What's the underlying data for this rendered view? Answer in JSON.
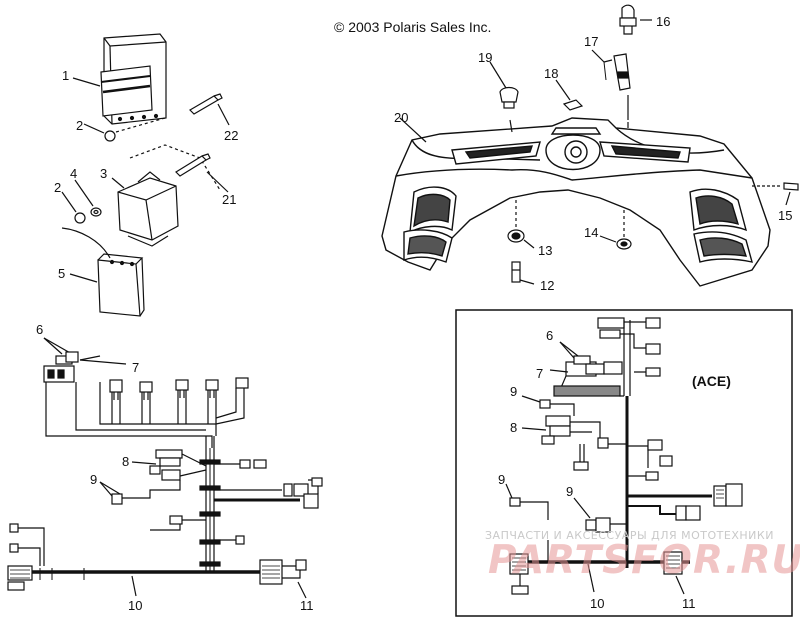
{
  "copyright": "© 2003 Polaris Sales Inc.",
  "callouts": {
    "c1": "1",
    "c2a": "2",
    "c2b": "2",
    "c3": "3",
    "c4": "4",
    "c5": "5",
    "c21": "21",
    "c22": "22",
    "c6": "6",
    "c7": "7",
    "c8": "8",
    "c9": "9",
    "c10": "10",
    "c11": "11",
    "c16": "16",
    "c17": "17",
    "c18": "18",
    "c19": "19",
    "c20": "20",
    "c13": "13",
    "c14": "14",
    "c12": "12",
    "c15": "15",
    "ace_c6": "6",
    "ace_c7": "7",
    "ace_c9a": "9",
    "ace_c8": "8",
    "ace_c9b": "9",
    "ace_c9c": "9",
    "ace_c10": "10",
    "ace_c11": "11"
  },
  "ace_label": "(ACE)",
  "watermark": {
    "tagline": "ЗАПЧАСТИ И АКСЕССУАРЫ ДЛЯ МОТОТЕХНИКИ",
    "logo": "PARTSFOR.RU"
  },
  "colors": {
    "line": "#111111",
    "watermark_red": "#e08a8a"
  }
}
